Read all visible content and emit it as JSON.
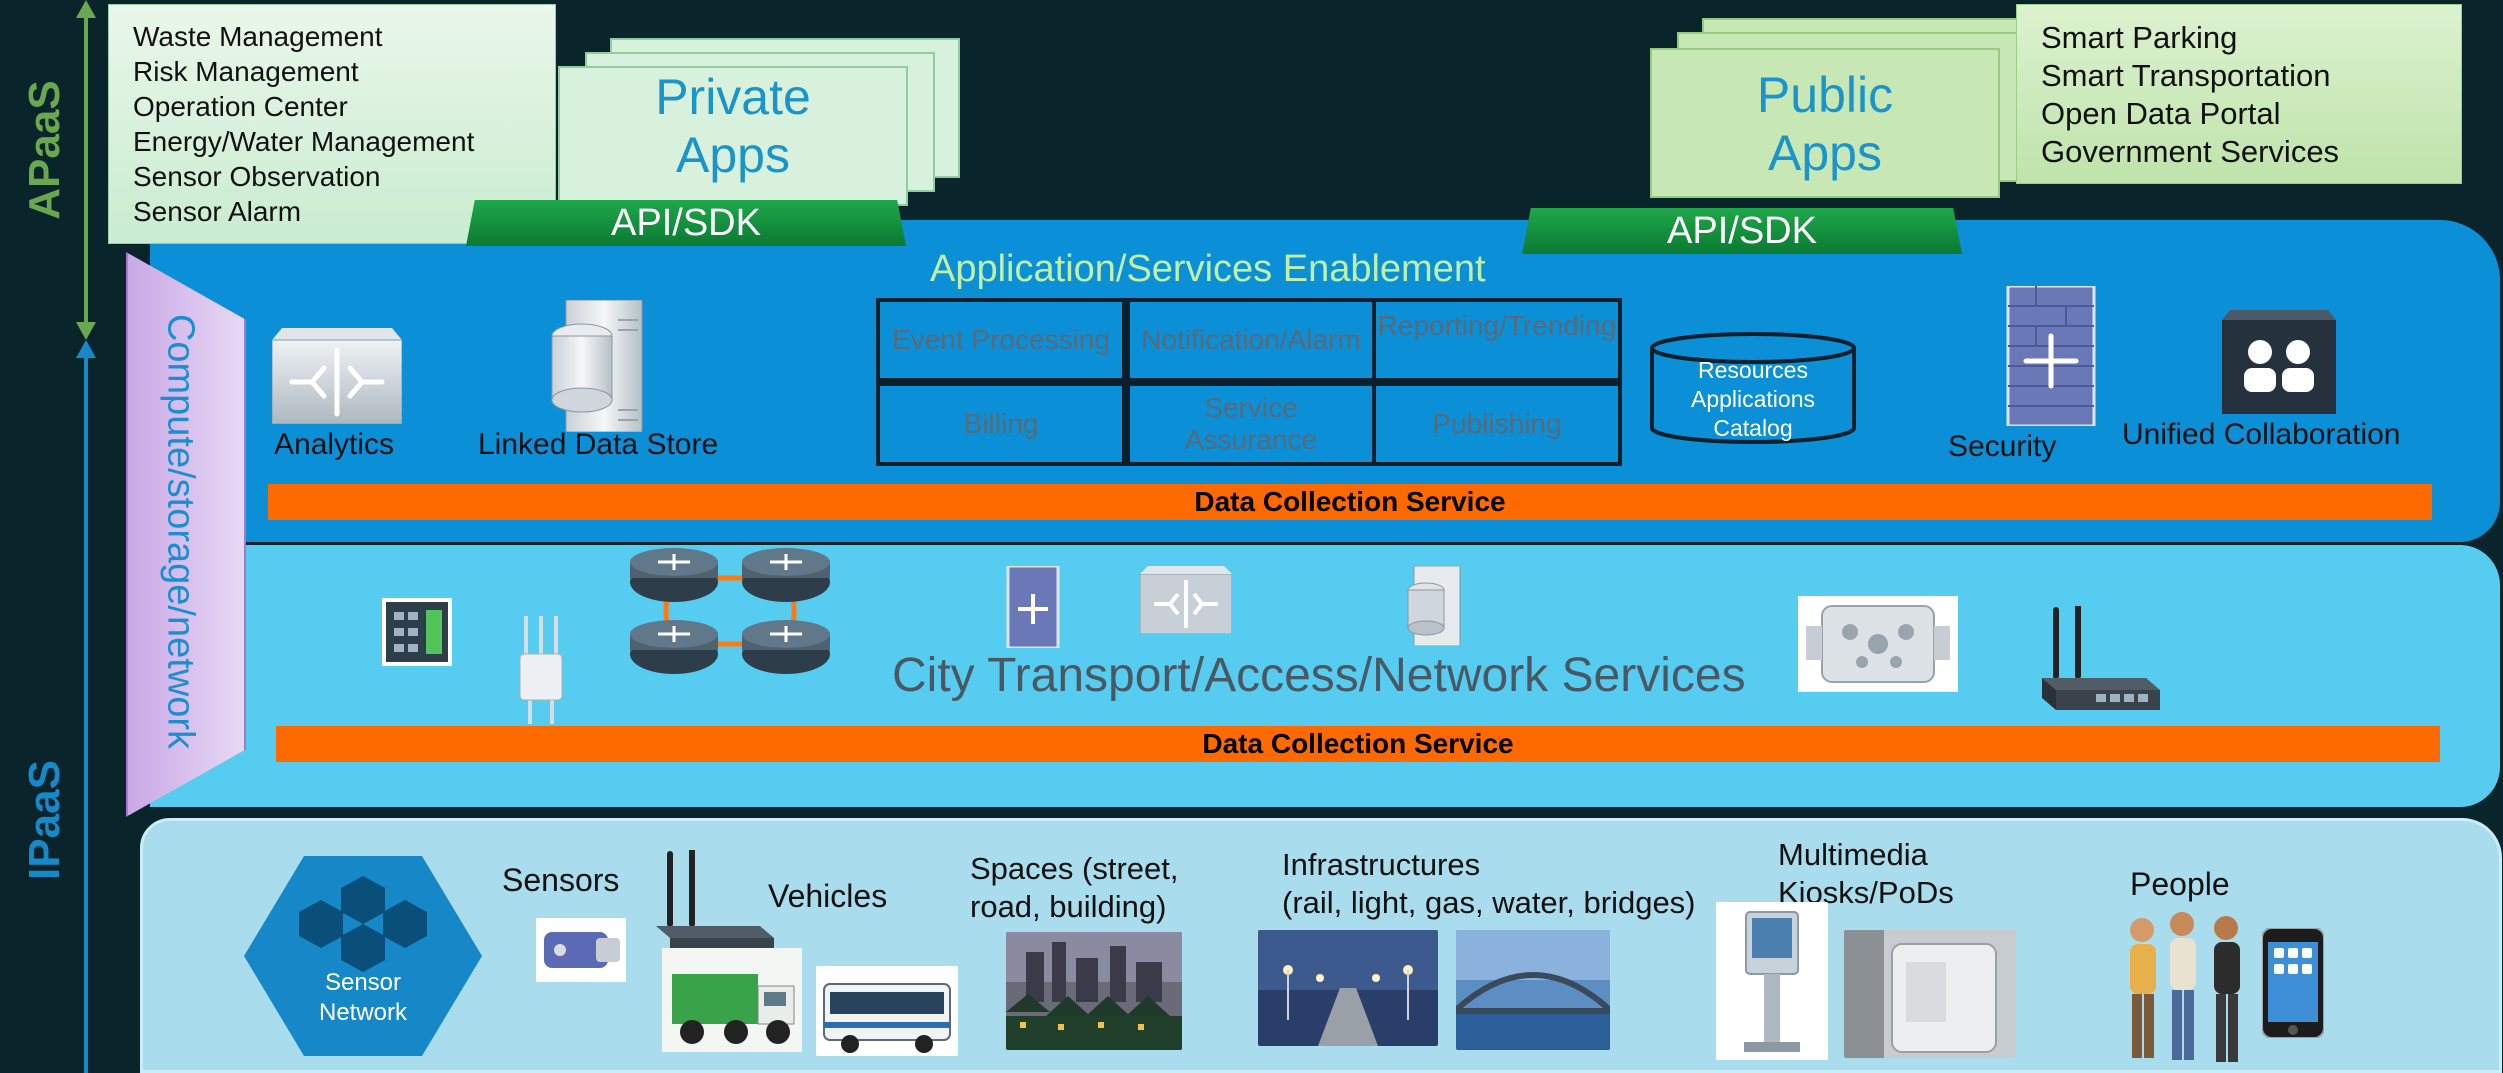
{
  "side_labels": {
    "apaas": "APaaS",
    "ipaas": "IPaaS"
  },
  "compute": "Compute/storage/network",
  "private_list": [
    "Waste Management",
    "Risk Management",
    "Operation Center",
    "Energy/Water Management",
    "Sensor Observation",
    "Sensor Alarm"
  ],
  "private_apps": {
    "line1": "Private",
    "line2": "Apps"
  },
  "public_apps": {
    "line1": "Public",
    "line2": "Apps"
  },
  "public_list": [
    "Smart Parking",
    "Smart Transportation",
    "Open Data Portal",
    "Government Services"
  ],
  "api_sdk": "API/SDK",
  "enablement": {
    "title": "Application/Services Enablement",
    "analytics": "Analytics",
    "linked_data_store": "Linked Data Store",
    "grid": [
      "Event Processing",
      "Notification/Alarm",
      "Reporting/Trending",
      "Billing",
      "Service Assurance",
      "Publishing"
    ],
    "catalog": [
      "Resources",
      "Applications",
      "Catalog"
    ],
    "security": "Security",
    "unified_collaboration": "Unified Collaboration",
    "data_collection": "Data Collection Service"
  },
  "transport": {
    "title": "City Transport/Access/Network Services",
    "data_collection": "Data Collection Service"
  },
  "edge": {
    "sensor_network": [
      "Sensor",
      "Network"
    ],
    "sensors": "Sensors",
    "vehicles": "Vehicles",
    "spaces": [
      "Spaces (street,",
      "road, building)"
    ],
    "infrastructures": [
      "Infrastructures",
      "(rail, light, gas, water, bridges)"
    ],
    "kiosks": [
      "Multimedia",
      "Kiosks/PoDs"
    ],
    "people": "People"
  },
  "colors": {
    "background": "#0a242c",
    "apaas_green": "#6aa84f",
    "ipaas_blue": "#1789c8",
    "enablement_blue": "#0b8fd6",
    "transport_blue": "#56cdf0",
    "edge_blue": "#a9dcec",
    "orange": "#ff6a00",
    "api_green": "#129a40"
  }
}
